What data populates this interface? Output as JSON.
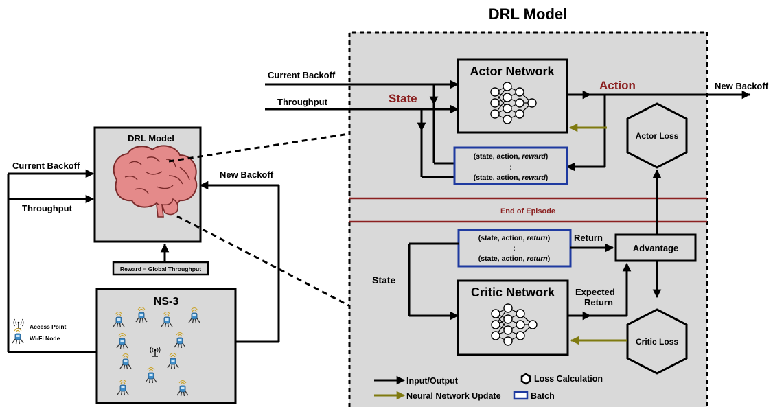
{
  "title": "DRL Model",
  "left": {
    "drl_box_title": "DRL Model",
    "current_backoff": "Current Backoff",
    "throughput": "Throughput",
    "new_backoff": "New Backoff",
    "reward_label": "Reward = Global Throughput",
    "ns3_title": "NS-3",
    "legend_access_point": "Access Point",
    "legend_wifi_node": "Wi-Fi Node"
  },
  "right": {
    "current_backoff": "Current Backoff",
    "throughput": "Throughput",
    "state_top": "State",
    "action": "Action",
    "new_backoff": "New Backoff",
    "actor_network": "Actor Network",
    "actor_loss": "Actor Loss",
    "batch_top_row1_prefix": "(state, action, ",
    "batch_top_row1_italic": "reward",
    "batch_top_row1_suffix": ")",
    "batch_top_ellipsis": ":",
    "batch_top_row2_prefix": "(state, action, ",
    "batch_top_row2_italic": "reward",
    "batch_top_row2_suffix": ")",
    "end_of_episode": "End of Episode",
    "batch_bottom_row1_prefix": "(state, action, ",
    "batch_bottom_row1_italic": "return",
    "batch_bottom_row1_suffix": ")",
    "batch_bottom_ellipsis": ":",
    "batch_bottom_row2_prefix": "(state, action, ",
    "batch_bottom_row2_italic": "return",
    "batch_bottom_row2_suffix": ")",
    "return_label": "Return",
    "advantage": "Advantage",
    "state_bottom": "State",
    "critic_network": "Critic Network",
    "expected_return_line1": "Expected",
    "expected_return_line2": "Return",
    "critic_loss": "Critic Loss"
  },
  "legend": {
    "input_output": "Input/Output",
    "nn_update": "Neural Network Update",
    "loss_calc": "Loss Calculation",
    "batch": "Batch"
  },
  "colors": {
    "panel_bg": "#d9d9d9",
    "dark_red": "#8b2020",
    "olive": "#7f7a10",
    "batch_blue": "#1f3aa0",
    "brain_pink": "#e48a8a"
  }
}
